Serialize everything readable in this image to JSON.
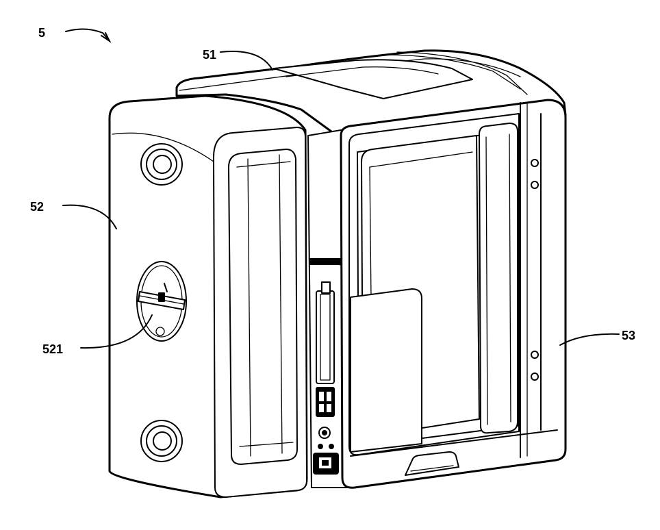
{
  "figure": {
    "labels": {
      "assembly": "5",
      "body_top": "51",
      "left_module": "52",
      "roll_holder": "521",
      "right_cover": "53"
    }
  }
}
